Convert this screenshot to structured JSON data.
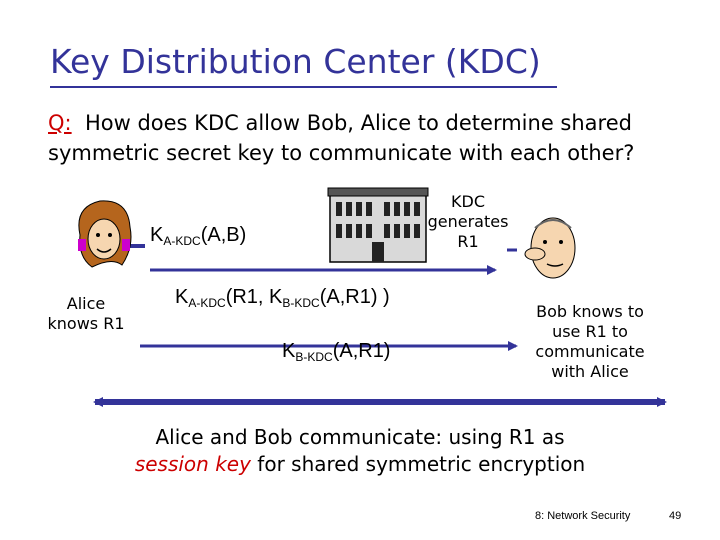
{
  "title": "Key Distribution Center (KDC)",
  "question": {
    "label": "Q:",
    "line1": "How does KDC allow Bob, Alice to determine shared",
    "line2": "symmetric secret key to communicate with each other?"
  },
  "msg1": {
    "k": "K",
    "sub": "A-KDC",
    "args": "(A,B)"
  },
  "kdc_note": {
    "line1": "KDC",
    "line2": "generates",
    "line3": "R1"
  },
  "msg2": {
    "k1": "K",
    "sub1": "A-KDC",
    "mid": "(R1, K",
    "sub2": "B-KDC",
    "end": "(A,R1) )"
  },
  "alice_note": {
    "line1": "Alice",
    "line2": "knows R1"
  },
  "msg3": {
    "k": "K",
    "sub": "B-KDC",
    "args": "(A,R1)"
  },
  "bob_note": {
    "line1": "Bob knows to",
    "line2": "use R1 to",
    "line3": "communicate",
    "line4": "with Alice"
  },
  "summary": {
    "line1": "Alice and Bob communicate: using R1 as",
    "line2_em": "session key",
    "line2_rest": " for shared symmetric encryption"
  },
  "footer": {
    "section": "8: Network Security",
    "page": "49"
  },
  "colors": {
    "title": "#333399",
    "question_label": "#cc0000",
    "arrow": "#333399",
    "emphasis": "#cc0000"
  },
  "icons": {
    "alice": "woman-face-icon",
    "kdc": "building-icon",
    "bob": "man-face-icon"
  }
}
